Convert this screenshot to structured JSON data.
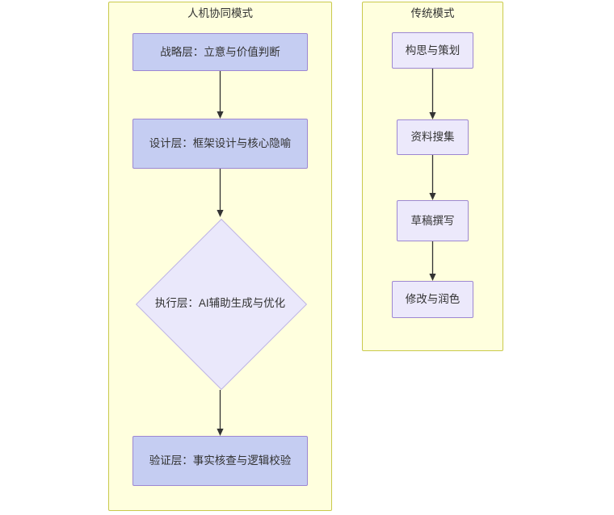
{
  "diagram": {
    "type": "flowchart",
    "direction": "top-to-bottom",
    "background": "#ffffff",
    "colors": {
      "subgraph_fill": "#ffffde",
      "subgraph_border": "#c9c94c",
      "node_blue_fill": "#c5cdf2",
      "node_lilac_fill": "#ece9fb",
      "node_border": "#9d87d2",
      "diamond_fill": "#eae8fb",
      "diamond_border": "#bfb6e4",
      "edge": "#333333",
      "text": "#333333"
    }
  },
  "subgraphs": [
    {
      "id": "human-ai-collaboration",
      "title": "人机协同模式",
      "nodes": [
        {
          "id": "strategy-layer",
          "label": "战略层：立意与价值判断",
          "shape": "rect"
        },
        {
          "id": "design-layer",
          "label": "设计层：框架设计与核心隐喻",
          "shape": "rect"
        },
        {
          "id": "execution-layer",
          "label": "执行层：AI辅助生成与优化",
          "shape": "diamond"
        },
        {
          "id": "verification-layer",
          "label": "验证层：事实核查与逻辑校验",
          "shape": "rect"
        }
      ],
      "edges": [
        {
          "from": "strategy-layer",
          "to": "design-layer"
        },
        {
          "from": "design-layer",
          "to": "execution-layer"
        },
        {
          "from": "execution-layer",
          "to": "verification-layer"
        }
      ]
    },
    {
      "id": "traditional-mode",
      "title": "传统模式",
      "nodes": [
        {
          "id": "conception",
          "label": "构思与策划",
          "shape": "rect"
        },
        {
          "id": "research",
          "label": "资料搜集",
          "shape": "rect"
        },
        {
          "id": "drafting",
          "label": "草稿撰写",
          "shape": "rect"
        },
        {
          "id": "revision",
          "label": "修改与润色",
          "shape": "rect"
        }
      ],
      "edges": [
        {
          "from": "conception",
          "to": "research"
        },
        {
          "from": "research",
          "to": "drafting"
        },
        {
          "from": "drafting",
          "to": "revision"
        }
      ]
    }
  ]
}
